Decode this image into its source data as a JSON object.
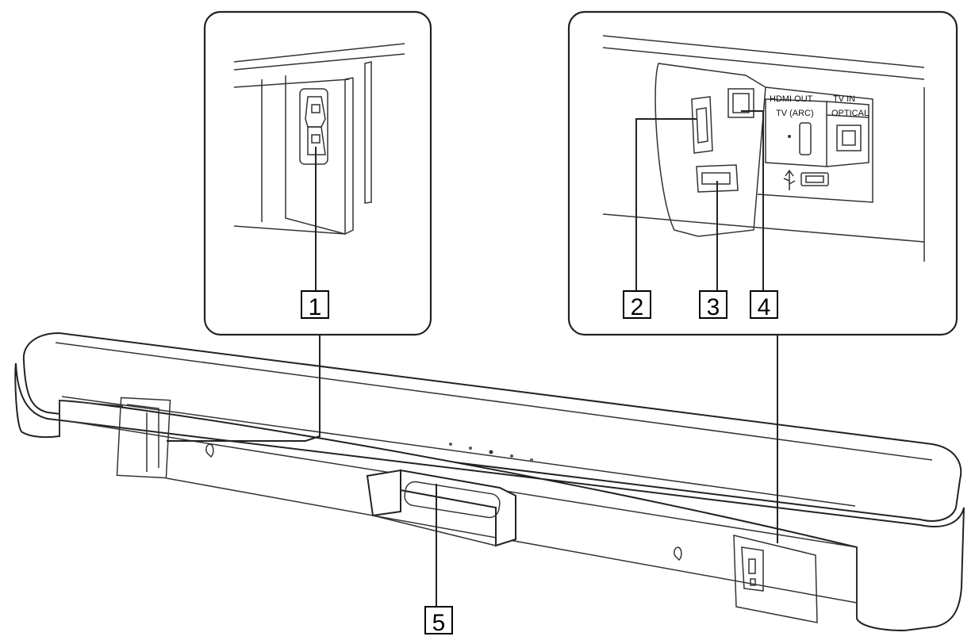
{
  "callouts": [
    {
      "id": "1",
      "label": "1"
    },
    {
      "id": "2",
      "label": "2"
    },
    {
      "id": "3",
      "label": "3"
    },
    {
      "id": "4",
      "label": "4"
    },
    {
      "id": "5",
      "label": "5"
    }
  ],
  "port_labels": {
    "hdmi_out": "HDMI OUT",
    "tv_arc": "TV (ARC)",
    "tv_in": "TV IN",
    "optical": "OPTICAL"
  },
  "colors": {
    "line": "#222222",
    "background": "#ffffff"
  },
  "icons": [
    "ac-inlet-icon",
    "hdmi-port-icon",
    "usb-port-icon",
    "optical-port-icon",
    "usb-symbol-icon",
    "wall-mount-hole-icon"
  ]
}
